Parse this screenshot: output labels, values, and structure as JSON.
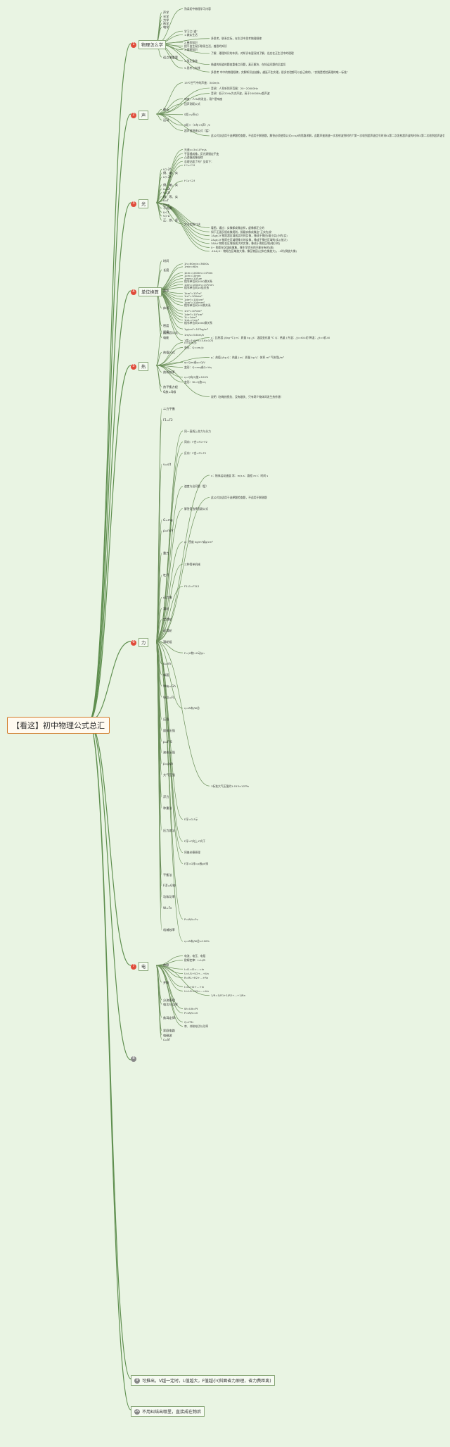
{
  "title": "【看这】初中物理公式总汇",
  "categories": [
    {
      "num": "1",
      "label": "物理怎么学"
    },
    {
      "num": "2",
      "label": "声"
    },
    {
      "num": "3",
      "label": "光"
    },
    {
      "num": "4",
      "label": "单位换算"
    },
    {
      "num": "5",
      "label": "热"
    },
    {
      "num": "6",
      "label": "力"
    },
    {
      "num": "7",
      "label": "电"
    },
    {
      "num": "8",
      "label": ""
    }
  ],
  "bottom_notes": [
    {
      "num": "9",
      "text": "可推出，V越一定时，L值越大，F值越小(斜面省力原理，省力费距离)"
    },
    {
      "num": "10",
      "text": "不用纠结出哪里，直接成在物后"
    }
  ],
  "nodes": {
    "s1": [
      "熟读初中物理学习内容",
      "声学",
      "光学",
      "力学",
      "热学",
      "电学",
      "学习之“道”",
      "1.做实生活",
      "多思考，联系实际，在生活中思考物理规律",
      "2.善思知识",
      "把平由生现识联系生活，善思的知识",
      "3.理理知识",
      "了解、理理知识的本质，对知识有更深刻了解，总应在正生活中的理理",
      "适点增重要",
      "4.强正整道",
      "借道的知道的题变重难点问题，真正解决、在知运问题的后盖切",
      "5.思考与实践",
      "多思考 中中的物理规律，实脚知识去抽象，越延不生实理，很多实验都可以自己做的，“实践是检验真理的唯一标准”"
    ],
    "s2": [
      "15℃空气中的声速：340m/s",
      "音调：人耳听到声范围：20~20000Hz",
      "音调：低于20Hz为次声波，高于20000Hz超声波",
      "响度：人Hz的发出，用户是响度",
      "回声测距公式",
      "静止",
      "S距=v声t/2",
      "运动",
      "S距＝（S车+S声）/2",
      "超声速测速公式（猛）",
      "此公式仅适用于选择题检查题，不适用于解答题，解答必须使用公式v=s/t的思路求解，此题声速测速一次发射波到时的个第一次收到超声波信号时间t1第二次发射超声波的时间t2第二次收到超声波信号时间t3，车辆运动速度"
    ],
    "s3": [
      "光速c=3×10⁸m/s",
      "平面镜成像，反光源镜定不变",
      "凸透镜成像规律",
      "总理记面了吗？见如下：",
      "f＜u＜2f",
      "v＞2f",
      "倒、缩、实",
      "u＞2f",
      "f＜v＜2f",
      "倒、缩、实",
      "u=2f",
      "v=2f",
      "倒、等、实",
      "u=f",
      "v=∞",
      "不成像",
      "u＜f",
      "v＞u",
      "正、放、虚",
      "方法实践口诀",
      "看图，通过：实像都成像这样，虚像都正立的",
      "如下正面反规成像规则，即展实像成像这“正实先成”",
      "1&gt;2f 物距超区域成实时的实像，像成于倒应(缩小实)小的(实)",
      "2&gt;2f 物距在区域规像大的实像，像成于倒应区域的(实)(放大)",
      "3&lt;f 物距在区域规成大的实像，像成于倒应区域(缩小的)",
      "0~ 物距在区域成像集，像生早完光的只能在有的(放)",
      "-1&lt;0~ 物距在区域放大像，像区物因(过实在像放大)，-1时(倒放大像)"
    ],
    "s4": [
      "时间",
      "1h=60min=3600s",
      "1min=60s",
      "长度",
      "1km=1000m=10³dm",
      "1cm=10mm",
      "1mm=10³μm",
      "相邻单位间1000换关系",
      "1dm=100cm=10³mm",
      "相邻单位间10倍关系",
      "面积",
      "1km²=10⁶m²",
      "1m²=100dm²",
      "1dm²=100cm²",
      "1cm²=100mm²",
      "相邻单位间100换关系",
      "体积",
      "1m³=10³dm³",
      "1dm³=10³cm³",
      "1L=1dm³",
      "1mL=1cm³",
      "相邻单位间1000换关系",
      "密度",
      "1g/cm³=10³kg/m³",
      "速度",
      "1m/s=3.6km/h",
      "电能",
      "1度=1kW·h=3.6×10⁶J"
    ],
    "s5": [
      "比热容公式",
      "c：比热容 J/(kg·℃) m：质量 kg △t：温度变化量 ℃ Q：热量 J 升温：△t=t0-t初 降温：△t=t初-t0",
      "c=Q/m△t",
      "变形：Q=cm△t",
      "热值公式",
      "q：热值 J/kg Q：热量 J m：质量 kg V：体积 m³ 气体用J/m³",
      "q=Q/m或q=Q/V",
      "变形：Q=mq或Q=Vq",
      "热机效率",
      "η=Q有/Q放×100%",
      "变形：W=Q放×η",
      "热平衡方程",
      "Q放=Q吸",
      "说明（忽略热损失、没有散失、只有两个物体间发生热传递）"
    ],
    "s6": [
      "二力平衡",
      "F1=F2",
      "同一直线上合力与分力",
      "同向：F合=F1+F2",
      "反向：F合=F1-F2",
      "v=s/t",
      "v：物体运动速度 常：m/s s：路程 m t：时间 s",
      "速度与出问题（猛）",
      "此公式仅适用于选择题检查题，不适用于解答题",
      "解答是选择思路公式",
      "G=mg",
      "ρ=m/V",
      "ρ：密度 kg/m³或g/cm³",
      "重力",
      "三种简单机械",
      "杠杆",
      "F1L1=F2L2",
      "动力臂",
      "滑轮",
      "定滑轮",
      "动滑轮",
      "滑轮组",
      "F=(G物+G动)/n",
      "s=nh",
      "斜面",
      "W有=Gh",
      "W总=FL",
      "η=W有/W总",
      "压强",
      "固体压强",
      "p=F/S",
      "液体压强",
      "p=ρgh",
      "大气压强",
      "1标准大气压强约1.013×10⁵Pa",
      "浮力",
      "称重法",
      "F浮=G-F示",
      "压力差法",
      "F浮=F向上-F向下",
      "阿基米德原理",
      "F浮=G排=ρ液gV排",
      "平衡法",
      "F浮=G物",
      "功和功率",
      "W=Fs",
      "P=W/t=Fv",
      "机械效率",
      "η=W有/W总×100%"
    ],
    "s7": [
      "电流、电压、电阻",
      "欧姆定律：I=U/R",
      "串联",
      "I=I1=I2=…=In",
      "U=U1+U2+…+Un",
      "R=R1+R2+…+Rn",
      "并联",
      "I=I1+I2+…+In",
      "U=U1=U2=…=Un",
      "1/R=1/R1+1/R2+…+1/Rn",
      "分流原理",
      "电功与功率",
      "W=UIt=Pt",
      "P=W/t=UI",
      "焦耳定律",
      "Q=I²Rt",
      "串、并联电功与功率",
      "家庭电路",
      "电磁波",
      "c=λf"
    ]
  }
}
